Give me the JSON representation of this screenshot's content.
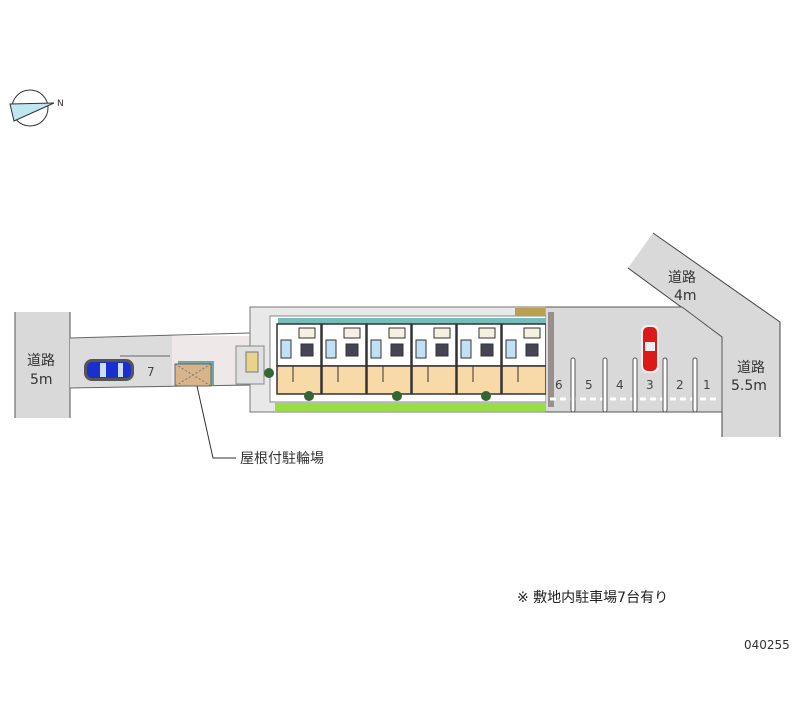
{
  "roads": [
    {
      "name": "道路",
      "width": "5m"
    },
    {
      "name": "道路",
      "width": "4m"
    },
    {
      "name": "道路",
      "width": "5.5m"
    }
  ],
  "parking_slots": [
    "6",
    "5",
    "4",
    "3",
    "2",
    "1"
  ],
  "driveway_slot": "7",
  "bike_shelter_label": "屋根付駐輪場",
  "note": "※ 敷地内駐車場7台有り",
  "code": "040255",
  "colors": {
    "road": "#d9d9d9",
    "lot": "#e6e6e6",
    "grass": "#99dd44",
    "unit_floor": "#f8d9a8",
    "car_blue": "#1a2fd0",
    "car_red": "#dd1a1a"
  }
}
